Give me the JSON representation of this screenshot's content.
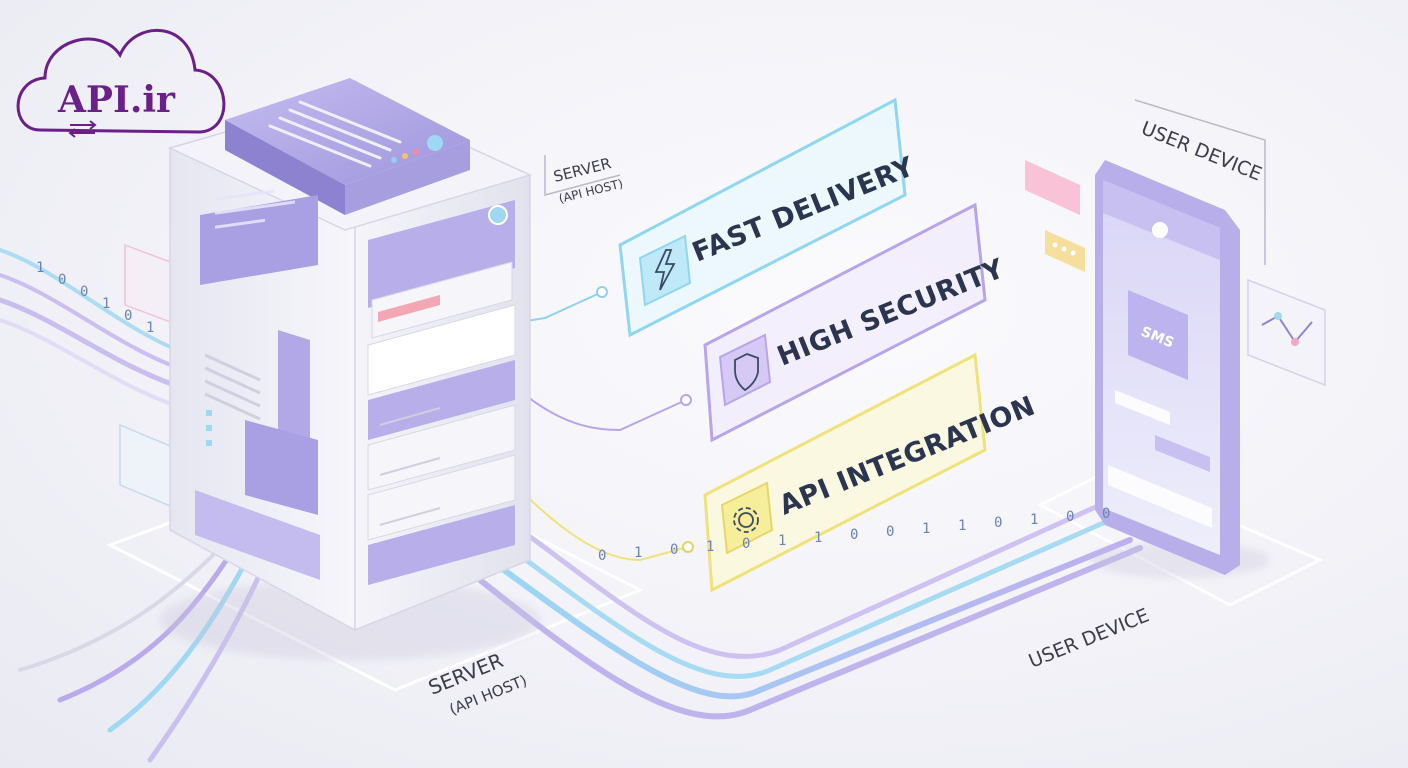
{
  "brand": {
    "logo_text": "API.ir"
  },
  "features": [
    {
      "label": "FAST DELIVERY",
      "icon": "lightning-icon",
      "color": "#7fd3ef"
    },
    {
      "label": "HIGH SECURITY",
      "icon": "shield-icon",
      "color": "#b9a3ea"
    },
    {
      "label": "API INTEGRATION",
      "icon": "gear-icon",
      "color": "#efe27a"
    }
  ],
  "labels": {
    "server_top_line1": "SERVER",
    "server_top_line2": "(API HOST)",
    "server_bottom_line1": "SERVER",
    "server_bottom_line2": "(API HOST)",
    "device_top": "USER DEVICE",
    "device_bottom": "USER DEVICE"
  },
  "phone": {
    "badge": "SMS"
  },
  "binary": {
    "left_stream": [
      "1",
      "0",
      "0",
      "1",
      "0",
      "1"
    ],
    "right_stream": [
      "0",
      "1",
      "0",
      "1",
      "0",
      "1",
      "1",
      "0",
      "0",
      "1",
      "1",
      "0",
      "1",
      "0",
      "0"
    ]
  },
  "colors": {
    "brand_purple": "#6b1f8a",
    "server_lavender": "#a59be0",
    "server_body": "#eeeef6",
    "cyan": "#7fd3ef",
    "purple": "#b9a3ea",
    "yellow": "#efe27a"
  }
}
